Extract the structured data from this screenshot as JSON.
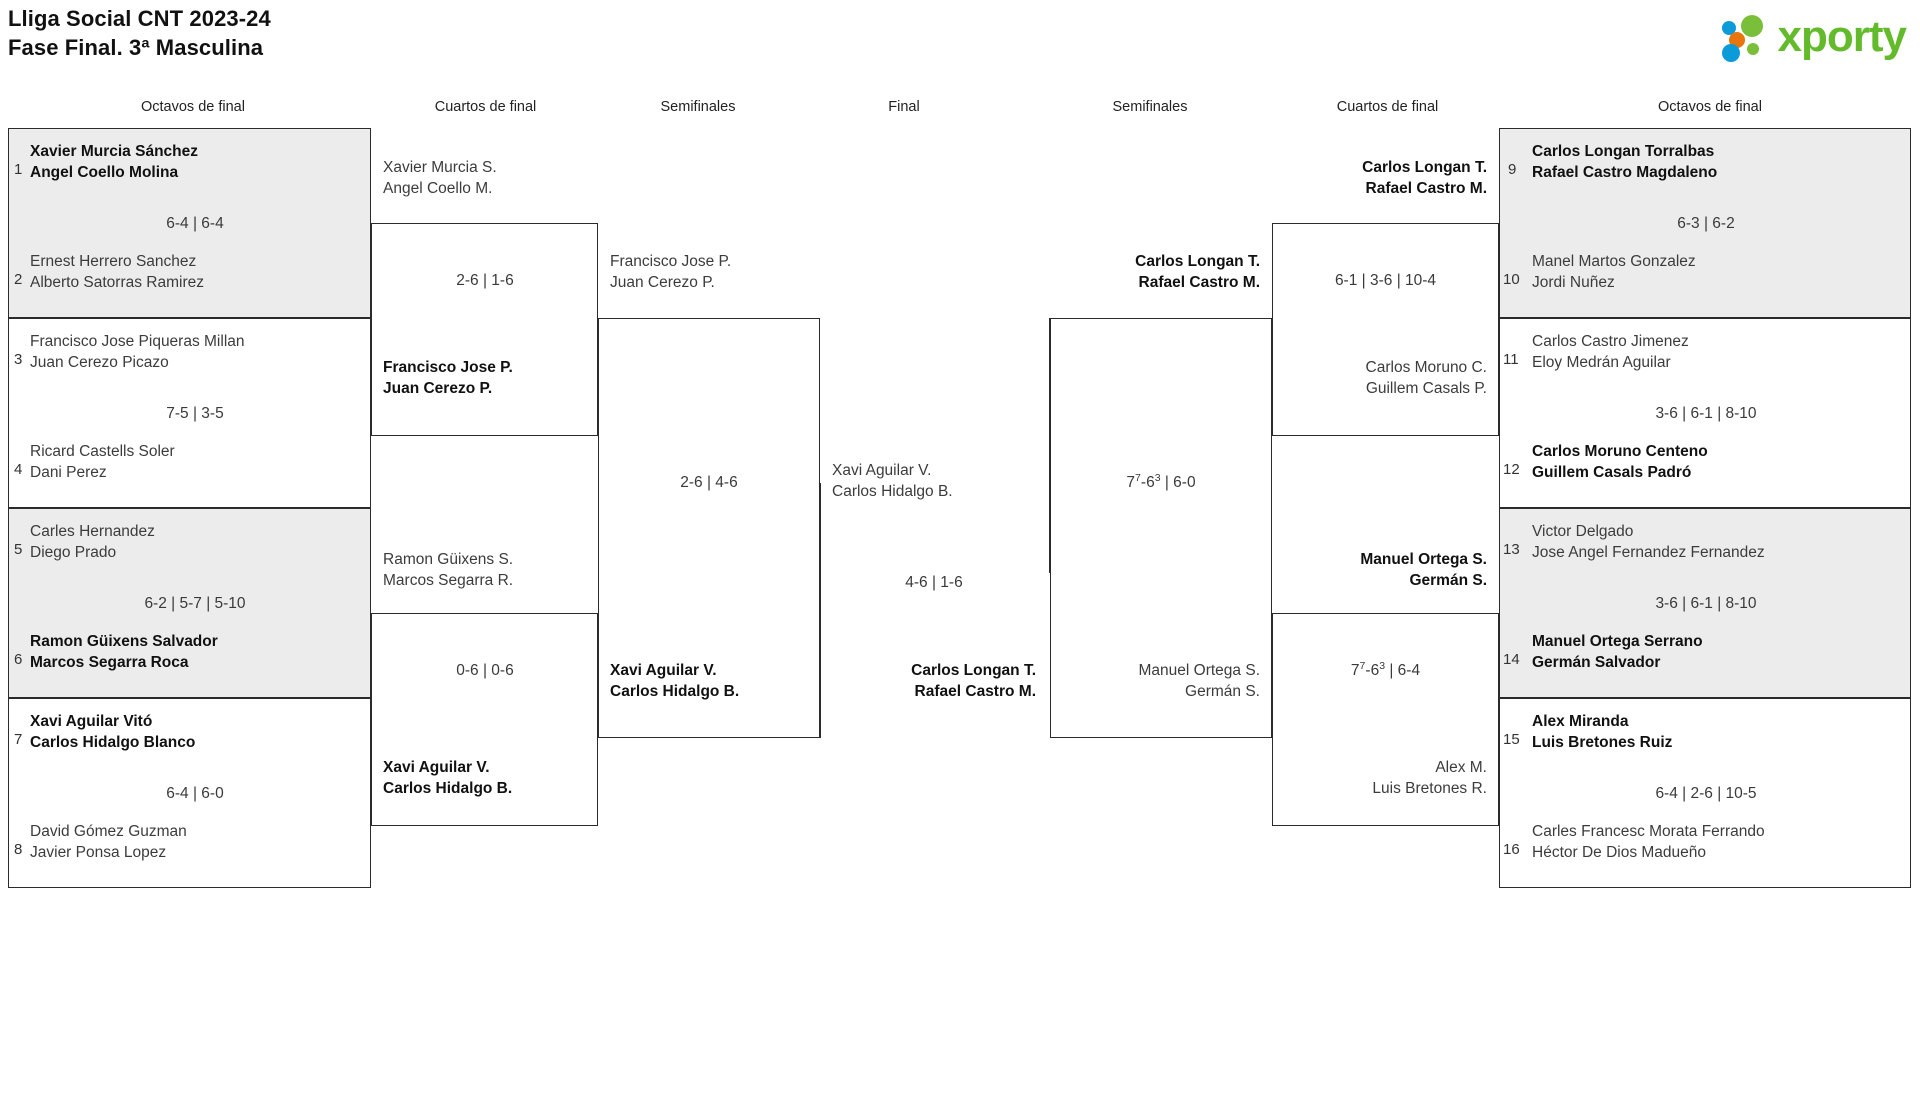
{
  "header": {
    "title_line1": "Lliga Social CNT 2023-24",
    "title_line2": "Fase Final. 3ª Masculina",
    "logo_text": "xporty",
    "logo_colors": {
      "green": "#63bb2b",
      "blue": "#0b9bd8",
      "orange": "#e8750d"
    }
  },
  "round_headers": [
    "Octavos de final",
    "Cuartos de final",
    "Semifinales",
    "Final",
    "Semifinales",
    "Cuartos de final",
    "Octavos de final"
  ],
  "left": {
    "r16": [
      {
        "seed": "1",
        "p1": "Xavier Murcia Sánchez",
        "p2": "Angel Coello Molina",
        "winner": true
      },
      {
        "seed": "2",
        "p1": "Ernest Herrero Sanchez",
        "p2": "Alberto Satorras Ramirez",
        "winner": false
      },
      {
        "seed": "3",
        "p1": "Francisco Jose Piqueras Millan",
        "p2": "Juan Cerezo Picazo",
        "winner": false
      },
      {
        "seed": "4",
        "p1": "Ricard Castells Soler",
        "p2": "Dani Perez",
        "winner": false
      },
      {
        "seed": "5",
        "p1": "Carles Hernandez",
        "p2": "Diego Prado",
        "winner": false
      },
      {
        "seed": "6",
        "p1": "Ramon Güixens Salvador",
        "p2": "Marcos Segarra Roca",
        "winner": true
      },
      {
        "seed": "7",
        "p1": "Xavi Aguilar Vitó",
        "p2": "Carlos Hidalgo Blanco",
        "winner": true
      },
      {
        "seed": "8",
        "p1": "David Gómez Guzman",
        "p2": "Javier Ponsa Lopez",
        "winner": false
      }
    ],
    "r16_scores": [
      "6-4 | 6-4",
      "7-5 | 3-5",
      "6-2 | 5-7 | 5-10",
      "6-4 | 6-0"
    ],
    "qf": [
      {
        "p1": "Xavier Murcia S.",
        "p2": "Angel Coello M.",
        "winner": false
      },
      {
        "p1": "Francisco Jose P.",
        "p2": "Juan Cerezo P.",
        "winner": true
      },
      {
        "p1": "Ramon Güixens S.",
        "p2": "Marcos Segarra R.",
        "winner": false
      },
      {
        "p1": "Xavi Aguilar V.",
        "p2": "Carlos Hidalgo B.",
        "winner": true
      }
    ],
    "qf_scores": [
      "2-6 | 1-6",
      "0-6 | 0-6"
    ],
    "sf": [
      {
        "p1": "Francisco Jose P.",
        "p2": "Juan Cerezo P.",
        "winner": false
      },
      {
        "p1": "Xavi Aguilar V.",
        "p2": "Carlos Hidalgo B.",
        "winner": true
      }
    ],
    "sf_score": "2-6 | 4-6"
  },
  "final": {
    "top": {
      "p1": "Xavi Aguilar V.",
      "p2": "Carlos Hidalgo B.",
      "winner": false
    },
    "bottom": {
      "p1": "Carlos Longan T.",
      "p2": "Rafael Castro M.",
      "winner": true
    },
    "score": "4-6 | 1-6"
  },
  "right": {
    "sf": [
      {
        "p1": "Carlos Longan T.",
        "p2": "Rafael Castro M.",
        "winner": true
      },
      {
        "p1": "Manuel Ortega S.",
        "p2": "Germán S.",
        "winner": false
      }
    ],
    "sf_score_pre": "7",
    "sf_score": {
      "a": "7",
      "a_sup": "7",
      "b": "6",
      "b_sup": "3",
      "rest": " | 6-0"
    },
    "qf": [
      {
        "p1": "Carlos Longan T.",
        "p2": "Rafael Castro M.",
        "winner": true
      },
      {
        "p1": "Carlos Moruno C.",
        "p2": "Guillem Casals P.",
        "winner": false
      },
      {
        "p1": "Manuel Ortega S.",
        "p2": "Germán S.",
        "winner": true
      },
      {
        "p1": "Alex M.",
        "p2": "Luis Bretones R.",
        "winner": false
      }
    ],
    "qf_scores": [
      {
        "plain": "6-1 | 3-6 | 10-4"
      },
      {
        "a": "7",
        "a_sup": "7",
        "b": "6",
        "b_sup": "3",
        "rest": " | 6-4"
      }
    ],
    "r16": [
      {
        "seed": "9",
        "p1": "Carlos Longan Torralbas",
        "p2": "Rafael Castro Magdaleno",
        "winner": true
      },
      {
        "seed": "10",
        "p1": "Manel Martos Gonzalez",
        "p2": "Jordi Nuñez",
        "winner": false
      },
      {
        "seed": "11",
        "p1": "Carlos Castro Jimenez",
        "p2": "Eloy Medrán Aguilar",
        "winner": false
      },
      {
        "seed": "12",
        "p1": "Carlos Moruno Centeno",
        "p2": "Guillem Casals Padró",
        "winner": true
      },
      {
        "seed": "13",
        "p1": "Victor Delgado",
        "p2": "Jose Angel Fernandez Fernandez",
        "winner": false
      },
      {
        "seed": "14",
        "p1": "Manuel Ortega Serrano",
        "p2": "Germán Salvador",
        "winner": true
      },
      {
        "seed": "15",
        "p1": "Alex Miranda",
        "p2": "Luis Bretones Ruiz",
        "winner": true
      },
      {
        "seed": "16",
        "p1": "Carles Francesc Morata Ferrando",
        "p2": "Héctor De Dios Madueño",
        "winner": false
      }
    ],
    "r16_scores": [
      "6-3 | 6-2",
      "3-6 | 6-1 | 8-10",
      "3-6 | 6-1 | 8-10",
      "6-4 | 2-6 | 10-5"
    ]
  }
}
